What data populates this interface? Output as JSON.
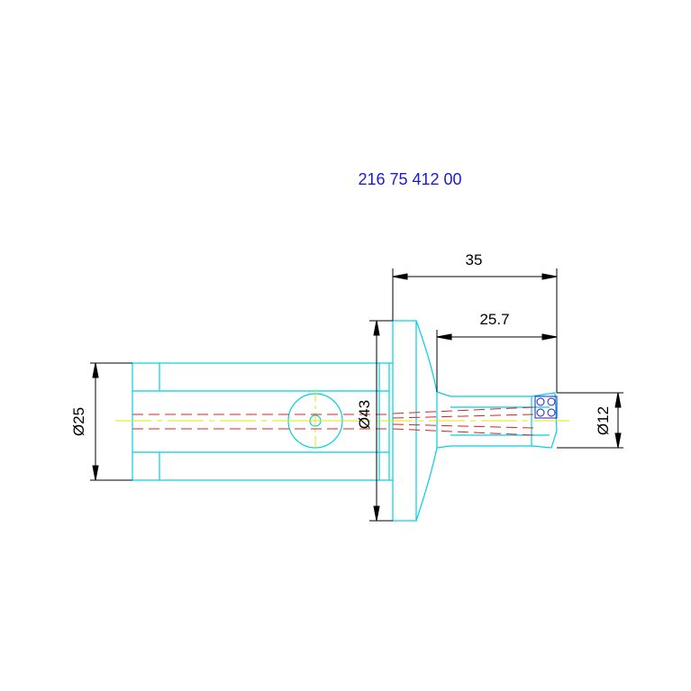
{
  "drawing": {
    "part_number": "216 75 412 00",
    "dimensions": {
      "overall_length": "35",
      "nose_length": "25.7",
      "shank_diameter": "Ø25",
      "flange_diameter": "Ø43",
      "tip_diameter": "Ø12"
    }
  },
  "colors": {
    "outline": "#00d0e0",
    "center_line": "#e6e600",
    "hidden_line": "#e02020",
    "dimension": "#000000",
    "text": "#1a1ad6"
  }
}
